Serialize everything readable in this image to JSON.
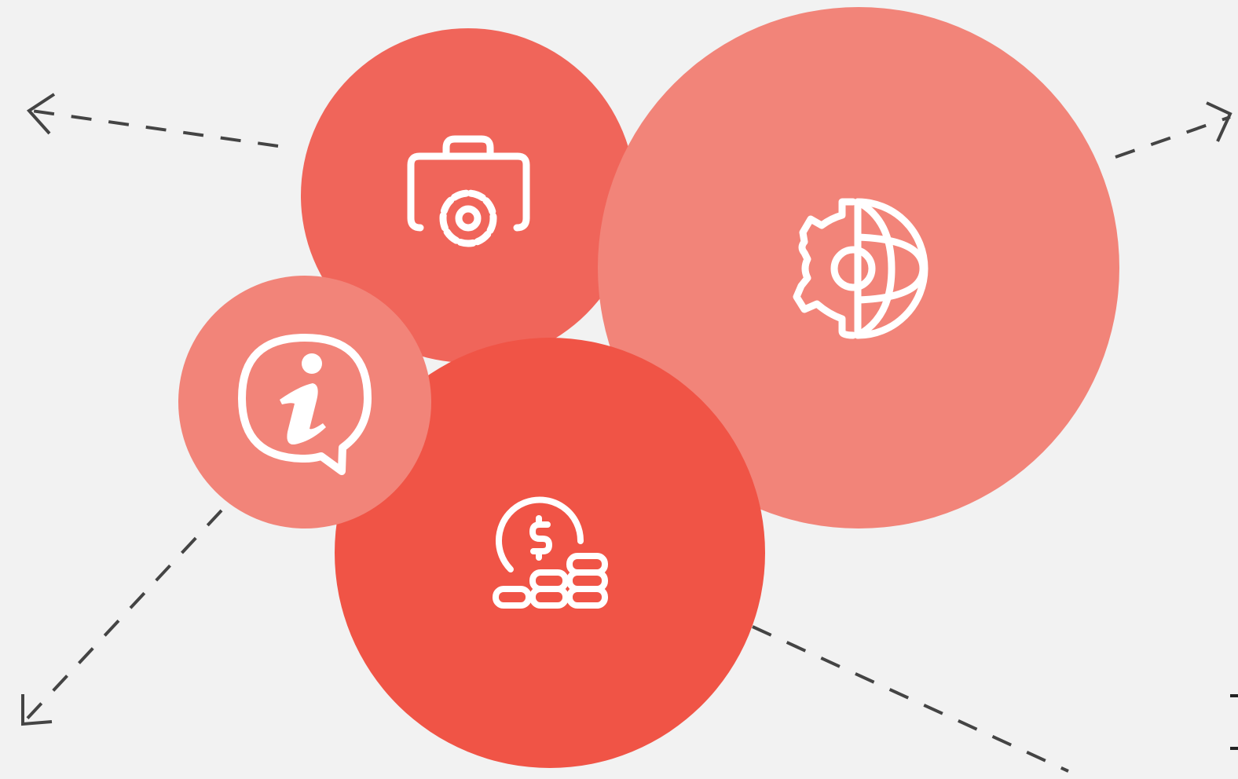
{
  "colors": {
    "background": "#f2f2f2",
    "circle_medium": "#f0655a",
    "circle_light": "#f28479",
    "circle_strong": "#f05446",
    "icon_stroke": "#ffffff",
    "arrow_stroke": "#444444"
  },
  "nodes": [
    {
      "id": "toolbox",
      "icon": "briefcase-gear-icon",
      "color_key": "circle_medium"
    },
    {
      "id": "global-settings",
      "icon": "globe-gear-icon",
      "color_key": "circle_light"
    },
    {
      "id": "info",
      "icon": "info-chat-bubble-icon",
      "color_key": "circle_light"
    },
    {
      "id": "finance",
      "icon": "dollar-coins-stack-icon",
      "color_key": "circle_strong"
    }
  ],
  "arrows": [
    {
      "name": "arrow-top-left",
      "direction": "up-left",
      "style": "dashed"
    },
    {
      "name": "arrow-top-right",
      "direction": "up-right",
      "style": "dashed"
    },
    {
      "name": "arrow-bottom-left",
      "direction": "down-left",
      "style": "dashed"
    },
    {
      "name": "arrow-bottom-right",
      "direction": "down-right",
      "style": "dashed"
    }
  ]
}
